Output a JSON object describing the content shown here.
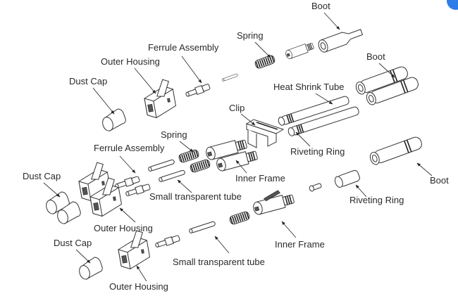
{
  "diagram": {
    "subject": "LC fiber optic connector exploded view",
    "accent_color": "#2f7be8",
    "groups": [
      {
        "name": "simplex-connector-top",
        "labels": [
          "Dust Cap",
          "Outer Housing",
          "Ferrule Assembly",
          "Spring",
          "Boot"
        ]
      },
      {
        "name": "duplex-connector",
        "labels": [
          "Dust Cap",
          "Ferrule Assembly",
          "Spring",
          "Outer Housing",
          "Small transparent tube",
          "Clip",
          "Inner Frame",
          "Heat Shrink Tube",
          "Riveting Ring",
          "Boot"
        ]
      },
      {
        "name": "simplex-connector-bottom",
        "labels": [
          "Dust Cap",
          "Outer Housing",
          "Small transparent tube",
          "Inner Frame",
          "Riveting Ring",
          "Boot"
        ]
      }
    ],
    "labels": {
      "boot_top": "Boot",
      "spring_top": "Spring",
      "ferrule_top": "Ferrule Assembly",
      "outer_housing_top": "Outer Housing",
      "dust_cap_top": "Dust Cap",
      "boot_duplex": "Boot",
      "heat_shrink": "Heat Shrink Tube",
      "clip": "Clip",
      "riveting_ring_duplex": "Riveting Ring",
      "spring_duplex": "Spring",
      "ferrule_duplex": "Ferrule Assembly",
      "inner_frame_duplex": "Inner Frame",
      "small_tube_duplex": "Small transparent tube",
      "dust_cap_duplex": "Dust Cap",
      "outer_housing_duplex": "Outer Housing",
      "boot_bottom": "Boot",
      "riveting_ring_bottom": "Riveting Ring",
      "inner_frame_bottom": "Inner Frame",
      "dust_cap_bottom": "Dust Cap",
      "small_tube_bottom": "Small transparent tube",
      "outer_housing_bottom": "Outer Housing"
    }
  }
}
